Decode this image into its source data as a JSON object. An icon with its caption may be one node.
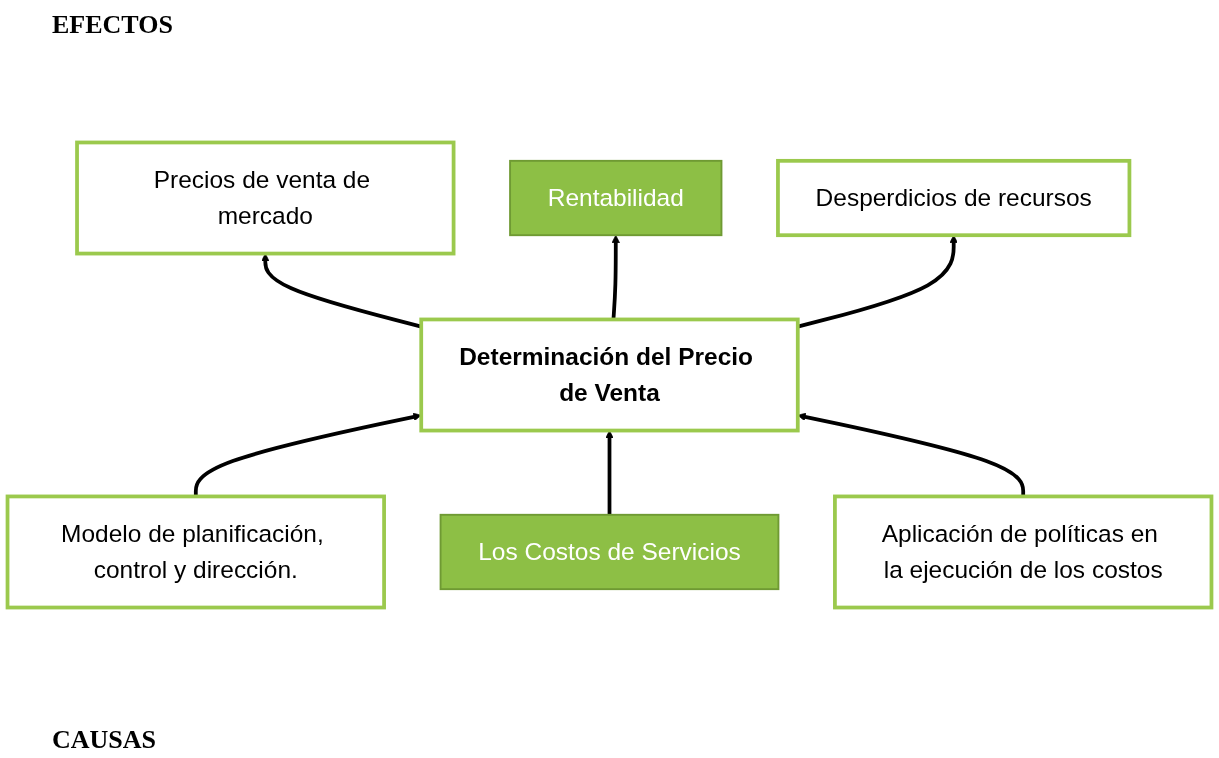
{
  "diagram": {
    "nodes": [
      {
        "text": [
          "Precios de venta de mercado"
        ]
      },
      {
        "text": [
          "Rentabilidad"
        ]
      },
      {
        "text": [
          "Desperdicios de recursos"
        ]
      },
      {
        "text": [
          "Determinación del Precio de Venta"
        ]
      },
      {
        "text": [
          "Modelo de planificación, control y dirección."
        ]
      },
      {
        "text": [
          "Los Costos de Servicios"
        ]
      },
      {
        "text": [
          "Aplicación de políticas en la ejecución de los costos"
        ]
      }
    ],
    "edges": [
      {
        "from": 3,
        "to": 0,
        "arrow": "to"
      },
      {
        "from": 3,
        "to": 1,
        "arrow": "to"
      },
      {
        "from": 3,
        "to": 2,
        "arrow": "to"
      },
      {
        "from": 4,
        "to": 3,
        "arrow": "to"
      },
      {
        "from": 5,
        "to": 3,
        "arrow": "to"
      },
      {
        "from": 6,
        "to": 3,
        "arrow": "to"
      }
    ],
    "labels": [
      "EFECTOS",
      "CAUSAS"
    ]
  }
}
